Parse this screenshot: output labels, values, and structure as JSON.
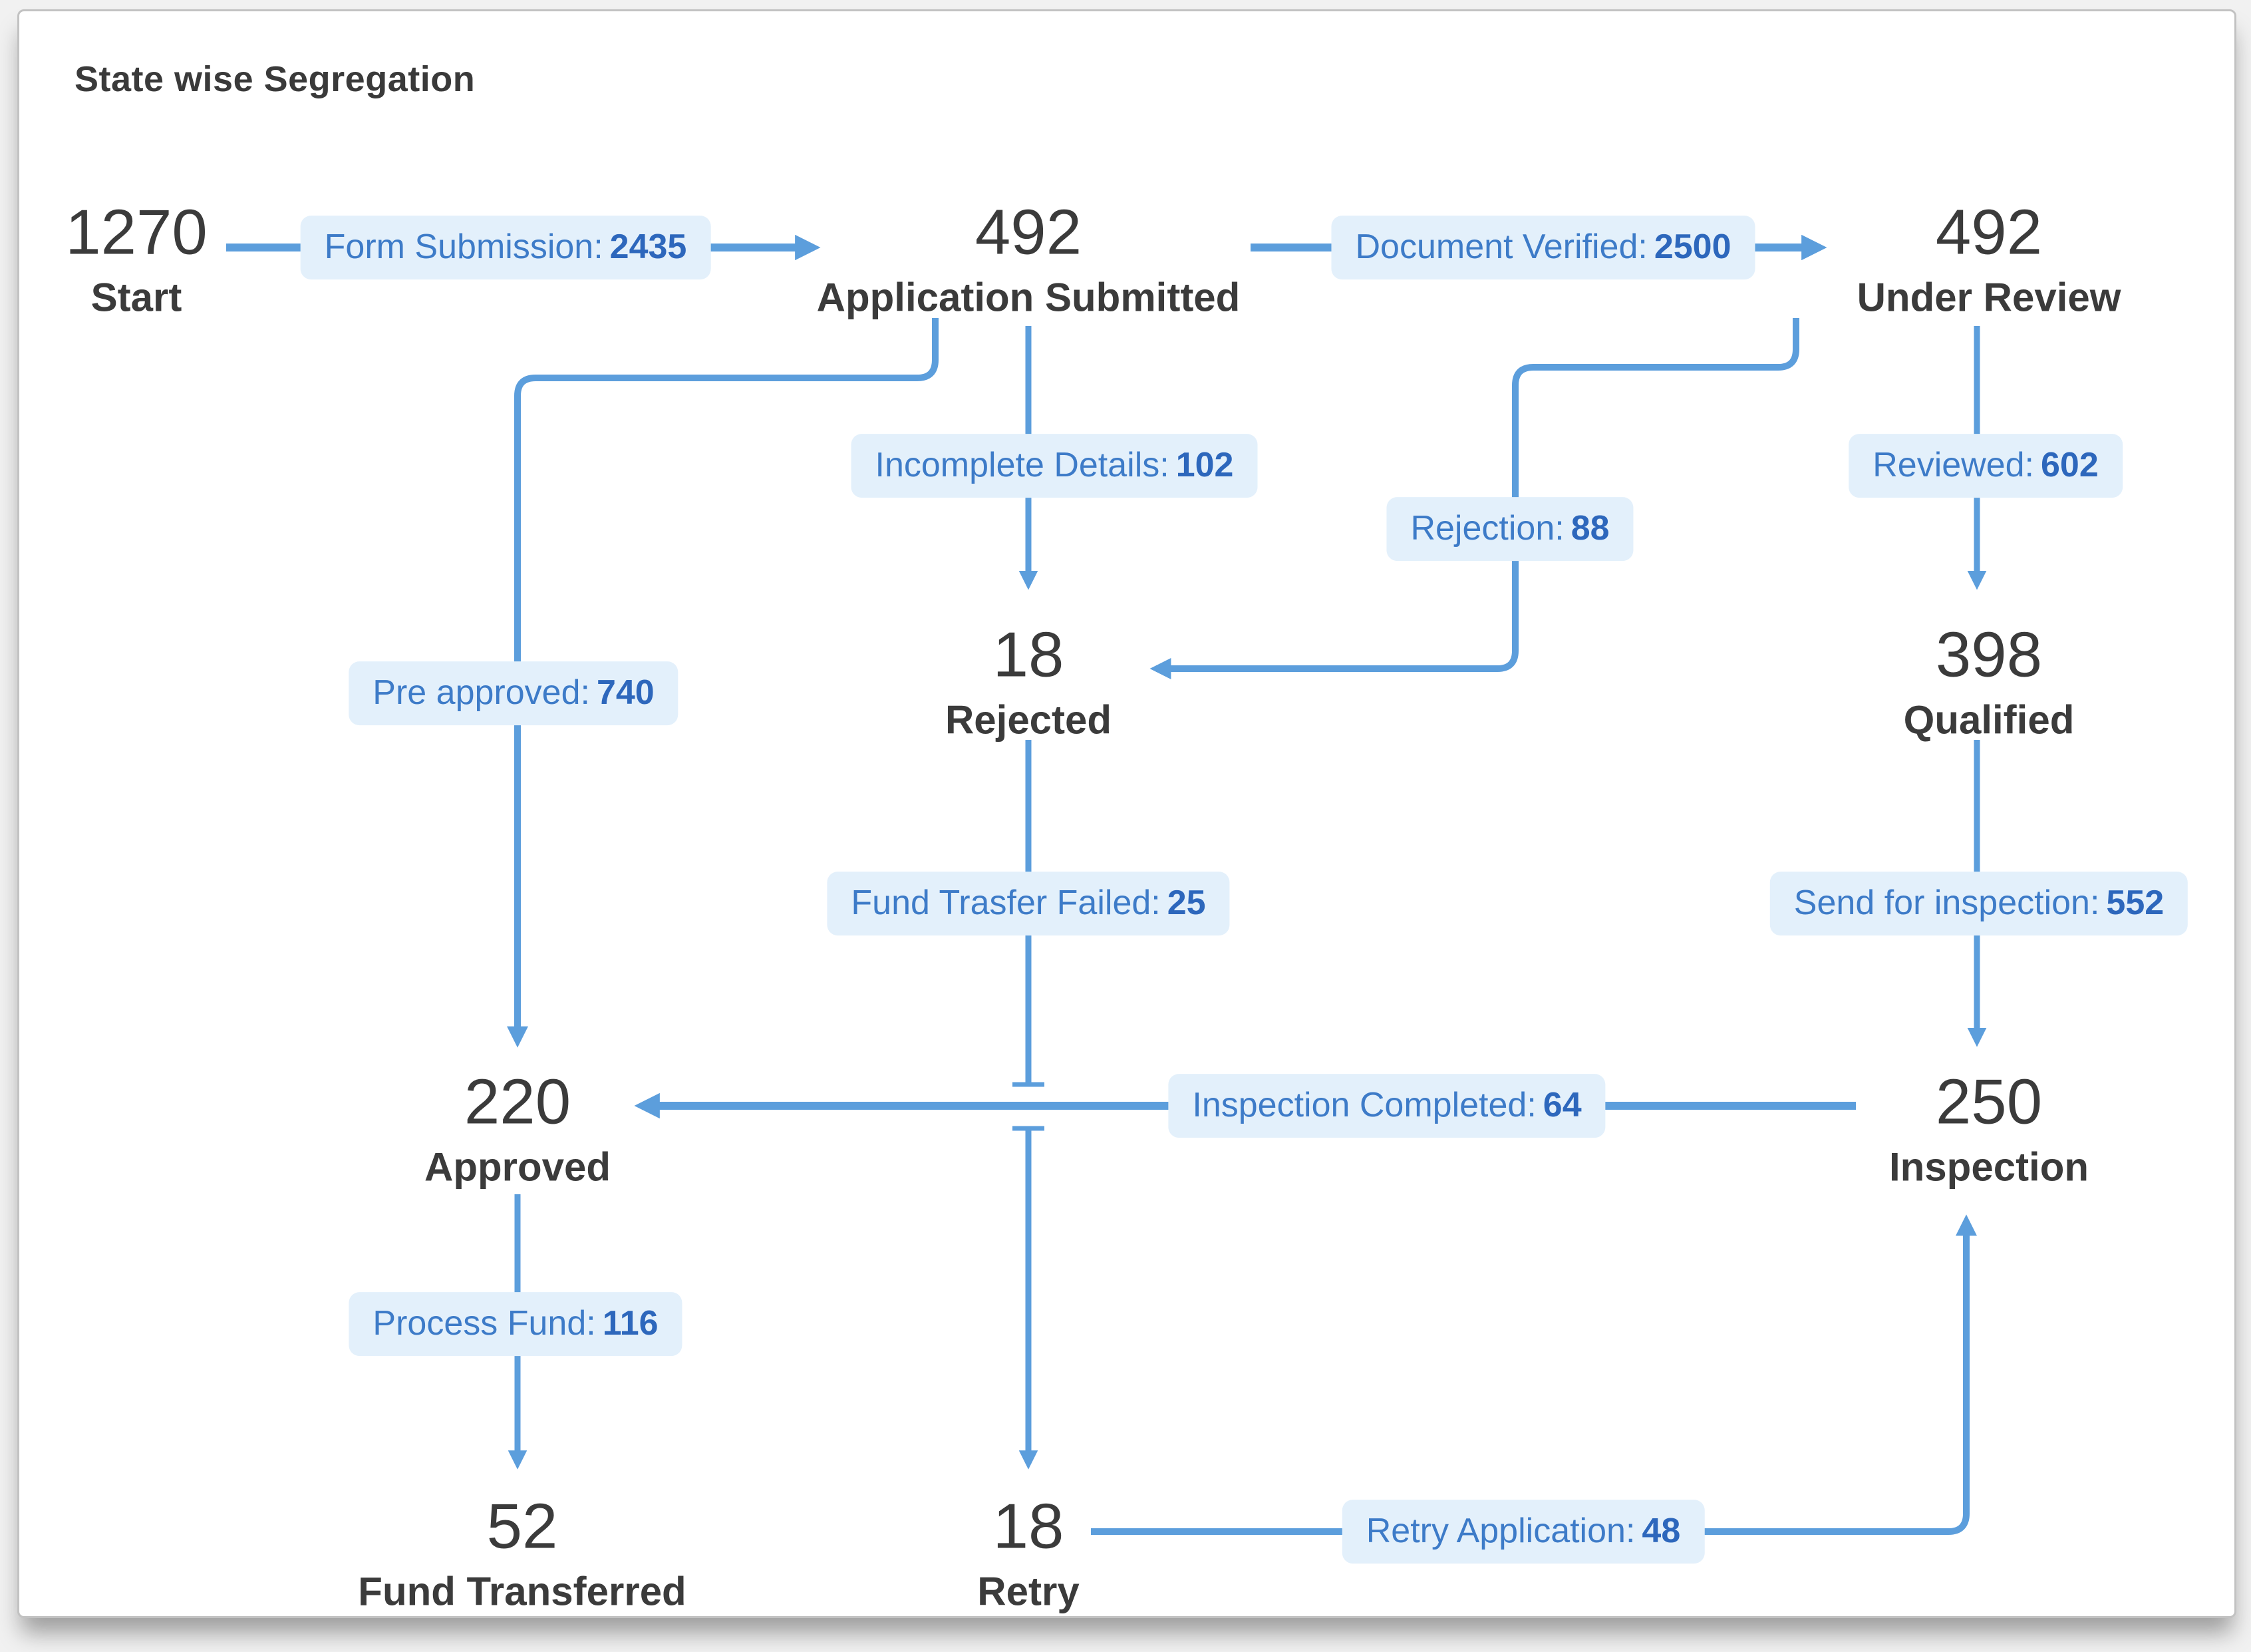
{
  "title": "State wise Segregation",
  "flow": {
    "nodes": [
      {
        "id": "start",
        "value": "1270",
        "label": "Start"
      },
      {
        "id": "app_submitted",
        "value": "492",
        "label": "Application Submitted"
      },
      {
        "id": "under_review",
        "value": "492",
        "label": "Under Review"
      },
      {
        "id": "rejected",
        "value": "18",
        "label": "Rejected"
      },
      {
        "id": "qualified",
        "value": "398",
        "label": "Qualified"
      },
      {
        "id": "approved",
        "value": "220",
        "label": "Approved"
      },
      {
        "id": "inspection",
        "value": "250",
        "label": "Inspection"
      },
      {
        "id": "fund_transferred",
        "value": "52",
        "label": "Fund Transferred"
      },
      {
        "id": "retry",
        "value": "18",
        "label": "Retry"
      }
    ],
    "edges": [
      {
        "id": "form_submission",
        "label": "Form Submission:",
        "value": "2435",
        "from": "start",
        "to": "app_submitted"
      },
      {
        "id": "document_verified",
        "label": "Document Verified:",
        "value": "2500",
        "from": "app_submitted",
        "to": "under_review"
      },
      {
        "id": "incomplete_details",
        "label": "Incomplete Details:",
        "value": "102",
        "from": "app_submitted",
        "to": "rejected"
      },
      {
        "id": "reviewed",
        "label": "Reviewed:",
        "value": "602",
        "from": "under_review",
        "to": "qualified"
      },
      {
        "id": "rejection",
        "label": "Rejection:",
        "value": "88",
        "from": "under_review",
        "to": "rejected"
      },
      {
        "id": "pre_approved",
        "label": "Pre approved:",
        "value": "740",
        "from": "app_submitted",
        "to": "approved"
      },
      {
        "id": "fund_transfer_failed",
        "label": "Fund Trasfer Failed:",
        "value": "25",
        "from": "rejected",
        "to": "retry"
      },
      {
        "id": "send_for_inspection",
        "label": "Send for inspection:",
        "value": "552",
        "from": "qualified",
        "to": "inspection"
      },
      {
        "id": "inspection_completed",
        "label": "Inspection Completed:",
        "value": "64",
        "from": "inspection",
        "to": "approved"
      },
      {
        "id": "process_fund",
        "label": "Process Fund:",
        "value": "116",
        "from": "approved",
        "to": "fund_transferred"
      },
      {
        "id": "retry_application",
        "label": "Retry Application:",
        "value": "48",
        "from": "retry",
        "to": "inspection"
      }
    ]
  },
  "colors": {
    "accent": "#5C9EDC",
    "chip_bg": "#E3F0FB",
    "chip_text": "#3D7BC8",
    "chip_value": "#2D67BC",
    "text": "#3B3B3B"
  }
}
